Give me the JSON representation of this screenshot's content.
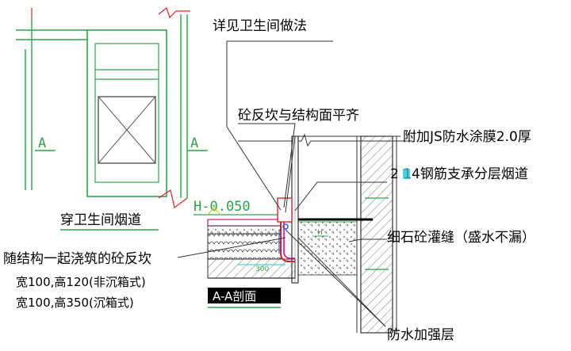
{
  "labels": {
    "ref_note": "详见卫生间做法",
    "curb_flush": "砼反坎与结构面平齐",
    "js_membrane": "附加JS防水涂膜2.0厚",
    "rebar_support": "2  14钢筋支承分层烟道",
    "fine_concrete": "细石砼灌缝（盛水不漏）",
    "waterproof_reinforce": "防水加强层",
    "curb_cast": "随结构一起浇筑的砼反坎",
    "size_no_sink": "宽100,高120(非沉箱式)",
    "size_sink": "宽100,高350(沉箱式)",
    "flue_through": "穿卫生间烟道",
    "elevation": "H-0.050",
    "section_mark_left": "A",
    "section_mark_right": "A",
    "section_title": "A-A剖面",
    "dim_300": "300",
    "level_h": "H"
  },
  "colors": {
    "cad_green": "#2fa34a",
    "cad_red": "#d8262a",
    "cad_magenta": "#c8168c",
    "cad_blue": "#2b5fd9",
    "cad_cyan": "#2bbfd6",
    "cad_yellow": "#e0c21a",
    "ink": "#000000"
  }
}
